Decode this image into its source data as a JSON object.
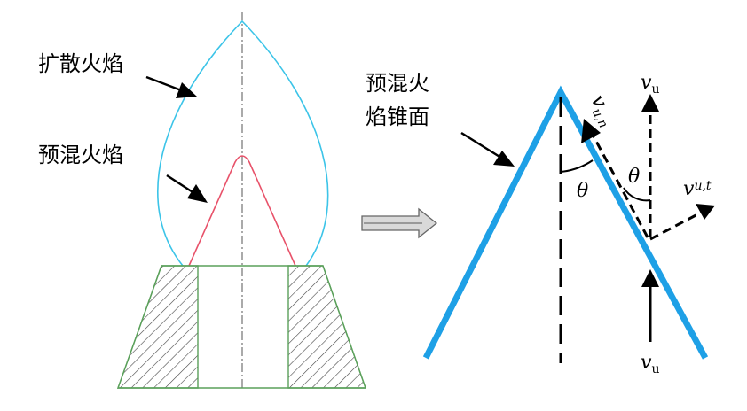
{
  "left_figure": {
    "diffusion_flame_label": "扩散火焰",
    "premixed_flame_label": "预混火焰"
  },
  "right_figure": {
    "cone_label_line1": "预混火",
    "cone_label_line2": "焰锥面",
    "theta": "θ",
    "v_symbol": "v",
    "sub_u": "u",
    "sub_un": "u,n",
    "sub_ut": "u,t"
  },
  "colors": {
    "diffusion_flame": "#3cc4e8",
    "premixed_flame": "#e8526a",
    "burner_outline": "#5aa05a",
    "cone_surface": "#1ea0e6",
    "arrows": "#000000"
  }
}
